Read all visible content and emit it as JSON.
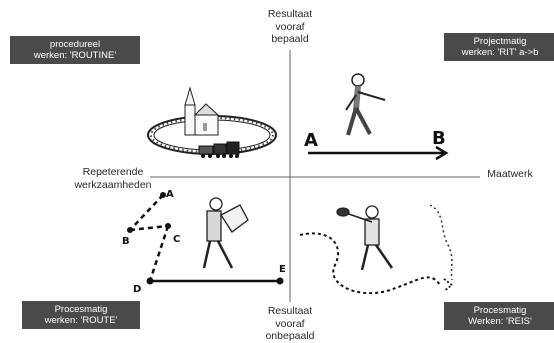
{
  "axes": {
    "top": "Resultaat\nvooraf\nbepaald",
    "bottom": "Resultaat\nvooraf\nonbepaald",
    "left": "Repeterende\nwerkzaamheden",
    "right": "Maatwerk"
  },
  "quadrants": {
    "top_left": "procedureel\nwerken: 'ROUTINE'",
    "top_right": "Projectmatig\nwerken: 'RIT' a->b",
    "bottom_left": "Procesmatig\nwerken: 'ROUTE'",
    "bottom_right": "Procesmatig\nWerken: 'REIS'"
  },
  "illustration_letters": {
    "rit_start": "A",
    "rit_end": "B",
    "route_points": [
      "A",
      "B",
      "C",
      "D",
      "E"
    ]
  },
  "colors": {
    "box_bg": "#4a4a4a",
    "box_text": "#ffffff",
    "lines": "#111111"
  },
  "icons": [
    "church-icon",
    "train-track-icon",
    "steam-train-icon",
    "walking-man-icon",
    "hiker-with-map-icon",
    "traveler-with-bundle-icon"
  ]
}
